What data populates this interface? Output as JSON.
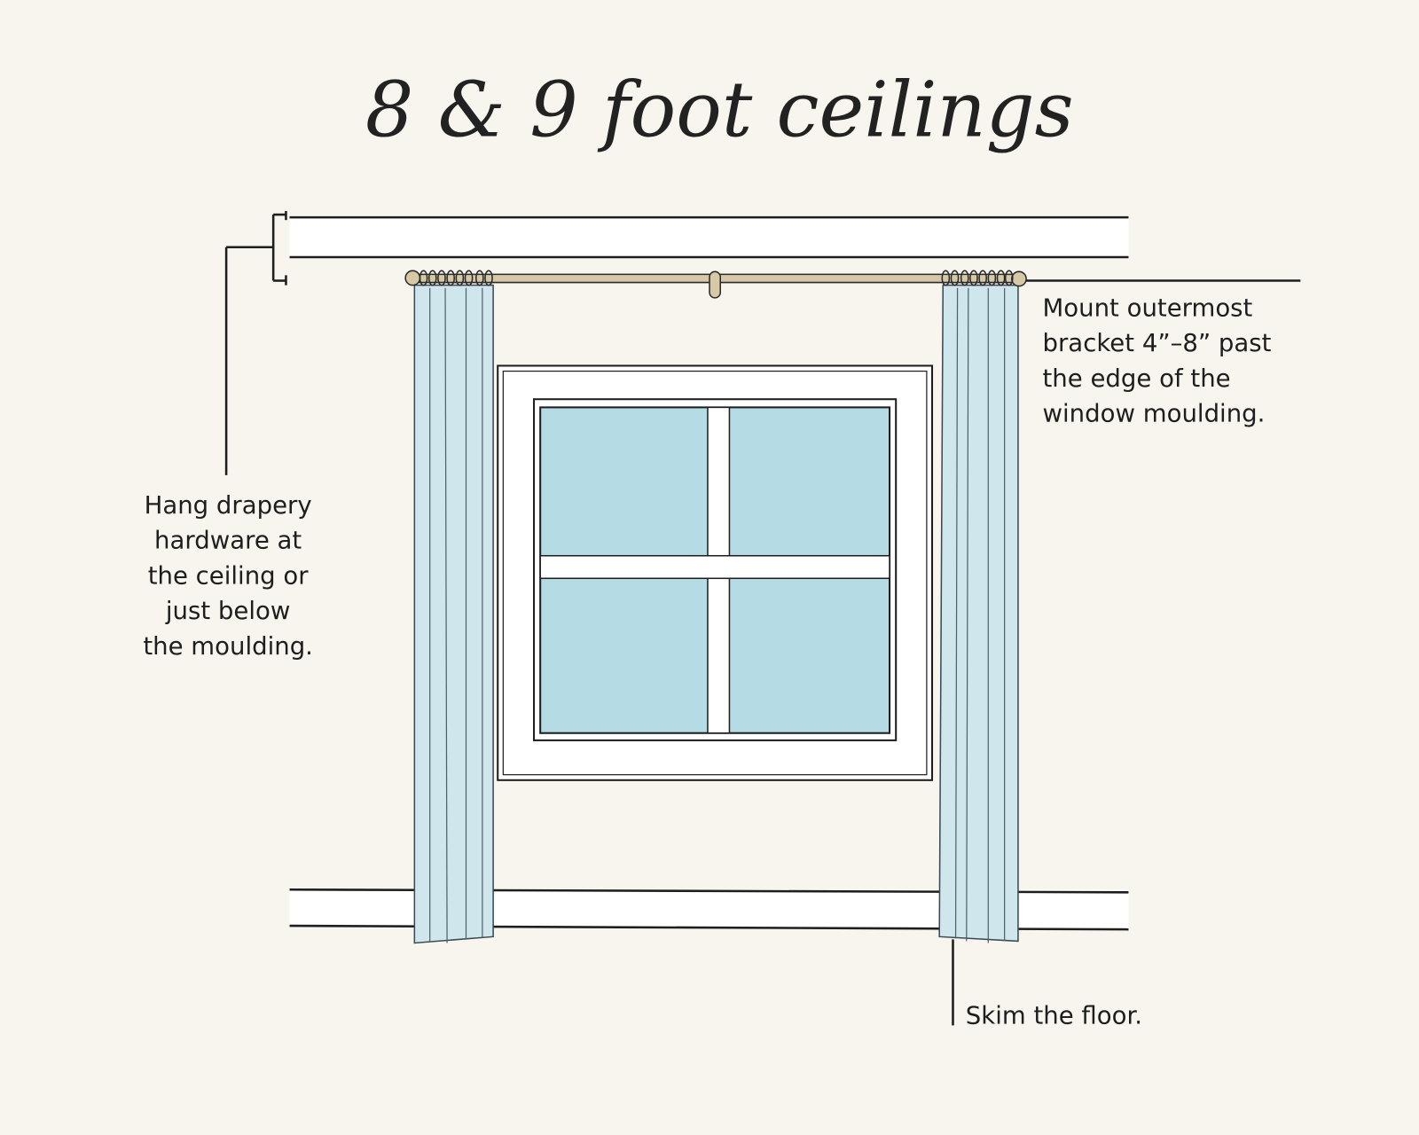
{
  "title": "8 & 9 foot ceilings",
  "annotations": {
    "left": [
      "Hang drapery",
      "hardware at",
      "the ceiling or",
      "just below",
      "the moulding."
    ],
    "right": [
      "Mount outermost",
      "bracket 4”–8” past",
      "the edge of the",
      "window moulding."
    ],
    "floor": "Skim the floor."
  },
  "colors": {
    "background": "#f8f5ee",
    "curtain": "#cfe6ec",
    "glass": "#b5dbe4",
    "rod": "#d8c9a6"
  }
}
